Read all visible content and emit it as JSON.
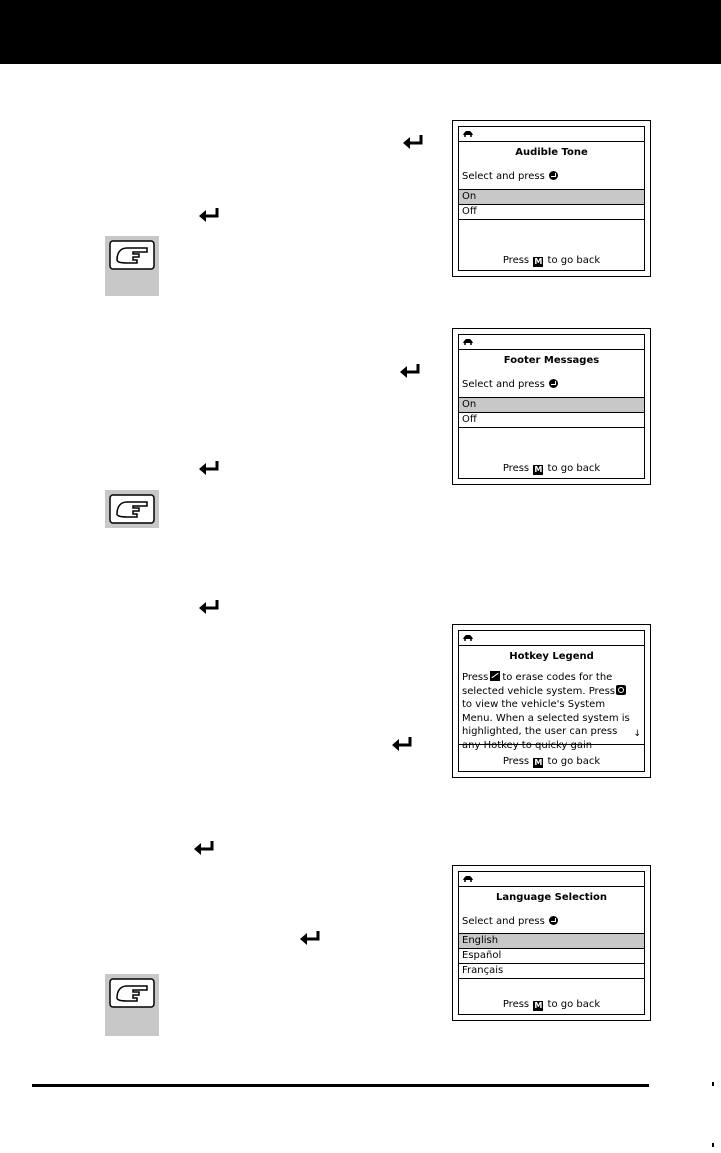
{
  "screens": {
    "audible": {
      "title": "Audible Tone",
      "prompt": "Select and press",
      "options": [
        "On",
        "Off"
      ],
      "selected": 0,
      "footer_pre": "Press",
      "footer_key": "M",
      "footer_post": "to go back"
    },
    "footer_msgs": {
      "title": "Footer Messages",
      "prompt": "Select and press",
      "options": [
        "On",
        "Off"
      ],
      "selected": 0,
      "footer_pre": "Press",
      "footer_key": "M",
      "footer_post": "to go back"
    },
    "hotkey": {
      "title": "Hotkey Legend",
      "line1_pre": "Press",
      "line1_post": "to erase codes for the",
      "line2": "selected vehicle system. Press",
      "line3": "to view the vehicle's System",
      "line4": "Menu. When a selected system is",
      "line5": "highlighted, the user can press",
      "line6": "any Hotkey to quicky gain",
      "footer_pre": "Press",
      "footer_key": "M",
      "footer_post": "to go back"
    },
    "language": {
      "title": "Language Selection",
      "prompt": "Select and press",
      "options": [
        "English",
        "Español",
        "Français"
      ],
      "selected": 0,
      "footer_pre": "Press",
      "footer_key": "M",
      "footer_post": "to go back"
    }
  },
  "icons": {
    "enter": "enter-key-icon",
    "note": "pointing-hand-note-icon",
    "car": "car-icon",
    "scroll": "↓"
  },
  "colors": {
    "header": "#000000",
    "highlight": "#c8c8c8",
    "note_bg": "#c8c8c8"
  }
}
